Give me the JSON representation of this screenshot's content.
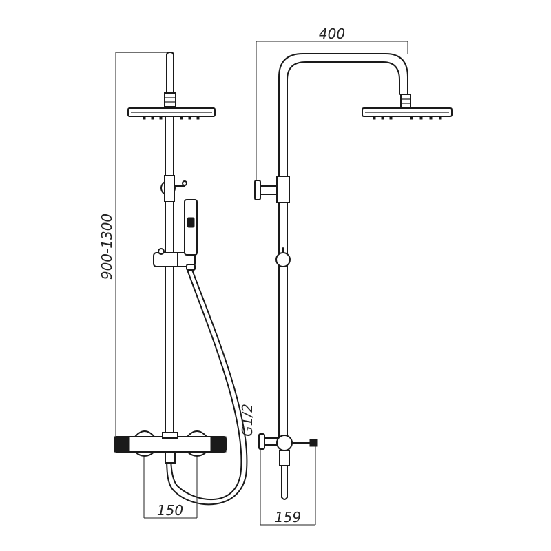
{
  "dimensions": {
    "height_range": "900-1300",
    "overhead_arm": "400",
    "valve_spacing": "150",
    "wall_offset": "159",
    "inlet_thread": "G1/2"
  }
}
